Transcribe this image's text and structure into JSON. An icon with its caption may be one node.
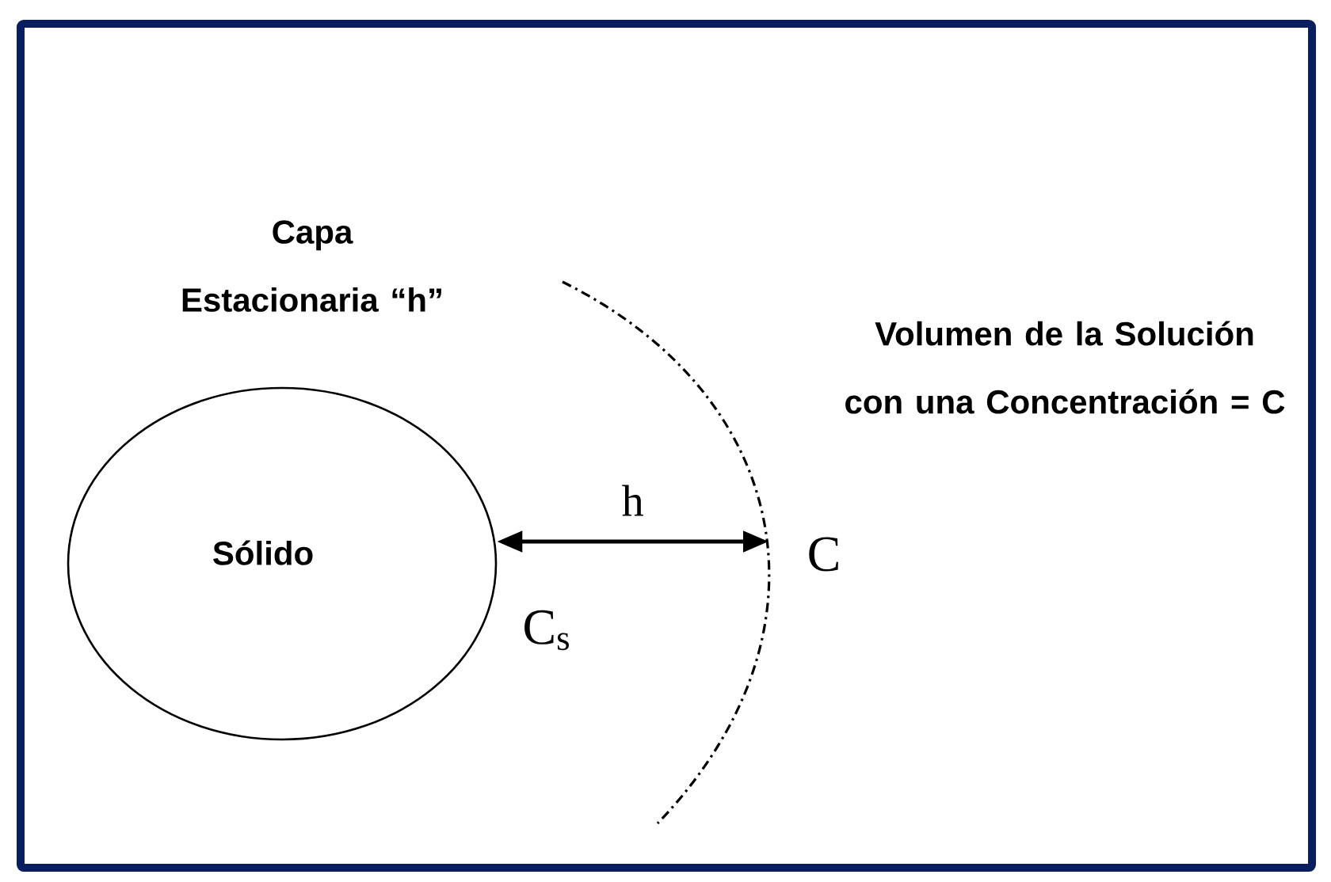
{
  "diagram": {
    "nodes": [
      {
        "text": [
          "Sólido"
        ]
      },
      {
        "text": [],
        "shape": "arc"
      }
    ],
    "edges": [
      {
        "from": 0,
        "to": 1,
        "arrow": "both",
        "label": "h"
      }
    ],
    "labels": [
      "Capa Estacionaria “h”",
      "Volumen de la Solución con una Concentración = C",
      "C",
      "C$_{s}$"
    ]
  }
}
